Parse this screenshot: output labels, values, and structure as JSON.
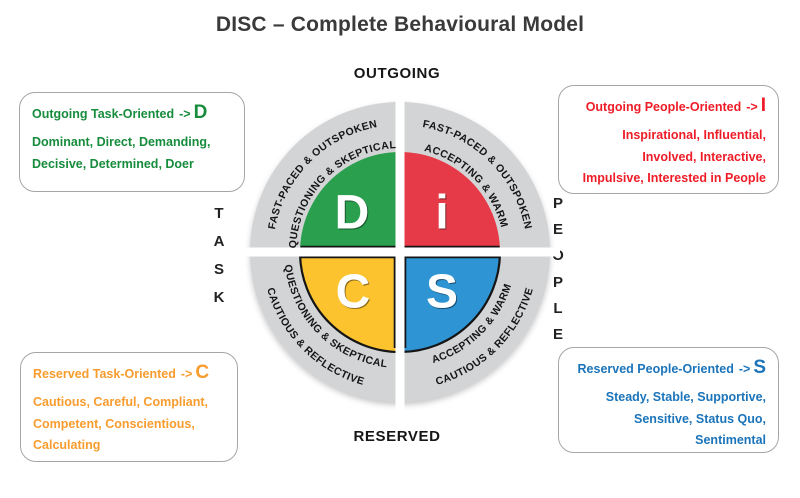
{
  "title": "DISC – Complete Behavioural Model",
  "axes": {
    "top": "OUTGOING",
    "bottom": "RESERVED",
    "left": "TASK",
    "left_letters": [
      "T",
      "A",
      "S",
      "K"
    ],
    "right": "PEOPLE",
    "right_letters": [
      "P",
      "E",
      "O",
      "P",
      "L",
      "E"
    ]
  },
  "wheel": {
    "ring_color": "#d3d4d6",
    "divider_color": "#ffffff",
    "edge_color": "#151515",
    "letter_color": "#ffffff",
    "quadrants": [
      {
        "letter": "D",
        "color": "#2aa04f",
        "outer_arc": "FAST-PACED & OUTSPOKEN",
        "inner_arc": "QUESTIONING & SKEPTICAL"
      },
      {
        "letter": "i",
        "color": "#e63a48",
        "outer_arc": "FAST-PACED & OUTSPOKEN",
        "inner_arc": "ACCEPTING & WARM"
      },
      {
        "letter": "C",
        "color": "#fcc32e",
        "inner_arc": "QUESTIONING & SKEPTICAL",
        "outer_arc": "CAUTIOUS & REFLECTIVE"
      },
      {
        "letter": "S",
        "color": "#2e94d3",
        "inner_arc": "ACCEPTING & WARM",
        "outer_arc": "CAUTIOUS & REFLECTIVE"
      }
    ]
  },
  "boxes": {
    "top_left": {
      "heading": "Outgoing Task-Oriented",
      "arrow": "->",
      "letter": "D",
      "color": "#168c3c",
      "lines": [
        "Dominant, Direct, Demanding,",
        "Decisive, Determined, Doer"
      ]
    },
    "top_right": {
      "heading": "Outgoing People-Oriented",
      "arrow": "->",
      "letter": "I",
      "color": "#ee1c27",
      "lines": [
        "Inspirational, Influential,",
        "Involved, Interactive,",
        "Impulsive, Interested in People"
      ]
    },
    "bottom_left": {
      "heading": "Reserved Task-Oriented",
      "arrow": "->",
      "letter": "C",
      "color": "#f89c2e",
      "lines": [
        "Cautious, Careful, Compliant,",
        "Competent, Conscientious,",
        "Calculating"
      ]
    },
    "bottom_right": {
      "heading": "Reserved People-Oriented",
      "arrow": "->",
      "letter": "S",
      "color": "#1b74ba",
      "lines": [
        "Steady, Stable, Supportive,",
        "Sensitive, Status Quo,",
        "Sentimental"
      ]
    }
  }
}
